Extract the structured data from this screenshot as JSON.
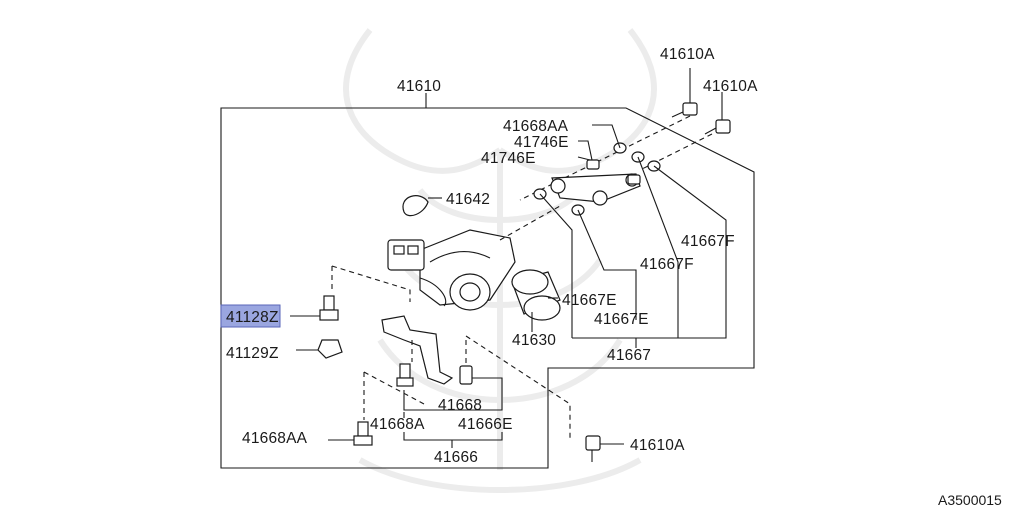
{
  "diagram": {
    "reference_code": "A3500015",
    "highlighted_part": "41128Z",
    "highlight_color": "#9aa6e0",
    "labels": {
      "l41610A_top": "41610A",
      "l41610A_right": "41610A",
      "l41610": "41610",
      "l41668AA_top": "41668AA",
      "l41746E_1": "41746E",
      "l41746E_2": "41746E",
      "l41642": "41642",
      "l41667F_1": "41667F",
      "l41667F_2": "41667F",
      "l41128Z": "41128Z",
      "l41667E_1": "41667E",
      "l41667E_2": "41667E",
      "l41630": "41630",
      "l41667": "41667",
      "l41129Z": "41129Z",
      "l41668": "41668",
      "l41668AA_bottom": "41668AA",
      "l41668A": "41668A",
      "l41666E": "41666E",
      "l41610A_bottom": "41610A",
      "l41666": "41666"
    }
  }
}
